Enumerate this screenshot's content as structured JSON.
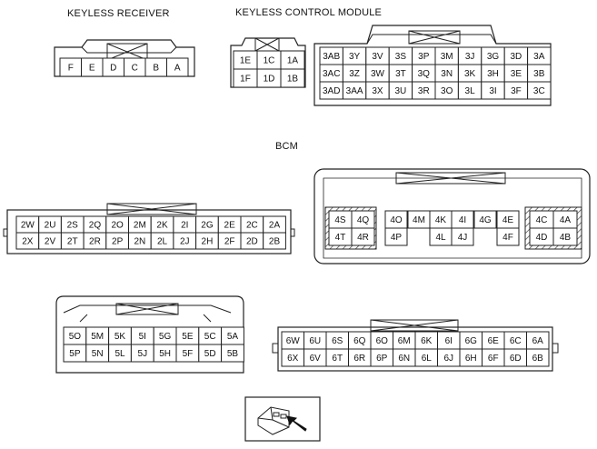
{
  "labels": {
    "keyless_receiver": "KEYLESS RECEIVER",
    "keyless_control_module": "KEYLESS CONTROL MODULE",
    "bcm": "BCM"
  },
  "connectors": {
    "keyless_receiver": {
      "rows": [
        [
          "F",
          "E",
          "D",
          "C",
          "B",
          "A"
        ]
      ]
    },
    "kcm_small": {
      "rows": [
        [
          "1E",
          "1C",
          "1A"
        ],
        [
          "1F",
          "1D",
          "1B"
        ]
      ]
    },
    "kcm_large": {
      "rows": [
        [
          "3AB",
          "3Y",
          "3V",
          "3S",
          "3P",
          "3M",
          "3J",
          "3G",
          "3D",
          "3A"
        ],
        [
          "3AC",
          "3Z",
          "3W",
          "3T",
          "3Q",
          "3N",
          "3K",
          "3H",
          "3E",
          "3B"
        ],
        [
          "3AD",
          "3AA",
          "3X",
          "3U",
          "3R",
          "3O",
          "3L",
          "3I",
          "3F",
          "3C"
        ]
      ]
    },
    "bcm_2": {
      "rows": [
        [
          "2W",
          "2U",
          "2S",
          "2Q",
          "2O",
          "2M",
          "2K",
          "2I",
          "2G",
          "2E",
          "2C",
          "2A"
        ],
        [
          "2X",
          "2V",
          "2T",
          "2R",
          "2P",
          "2N",
          "2L",
          "2J",
          "2H",
          "2F",
          "2D",
          "2B"
        ]
      ]
    },
    "bcm_4": {
      "left_block": [
        [
          "4S",
          "4Q"
        ],
        [
          "4T",
          "4R"
        ]
      ],
      "middle_top": [
        "4O",
        "4M",
        "4K",
        "4I",
        "4G",
        "4E"
      ],
      "middle_bottom": [
        "4P",
        "4L",
        "4J",
        "4F"
      ],
      "right_block": [
        [
          "4C",
          "4A"
        ],
        [
          "4D",
          "4B"
        ]
      ]
    },
    "bcm_5": {
      "rows": [
        [
          "5O",
          "5M",
          "5K",
          "5I",
          "5G",
          "5E",
          "5C",
          "5A"
        ],
        [
          "5P",
          "5N",
          "5L",
          "5J",
          "5H",
          "5F",
          "5D",
          "5B"
        ]
      ]
    },
    "bcm_6": {
      "rows": [
        [
          "6W",
          "6U",
          "6S",
          "6Q",
          "6O",
          "6M",
          "6K",
          "6I",
          "6G",
          "6E",
          "6C",
          "6A"
        ],
        [
          "6X",
          "6V",
          "6T",
          "6R",
          "6P",
          "6N",
          "6L",
          "6J",
          "6H",
          "6F",
          "6D",
          "6B"
        ]
      ]
    }
  }
}
